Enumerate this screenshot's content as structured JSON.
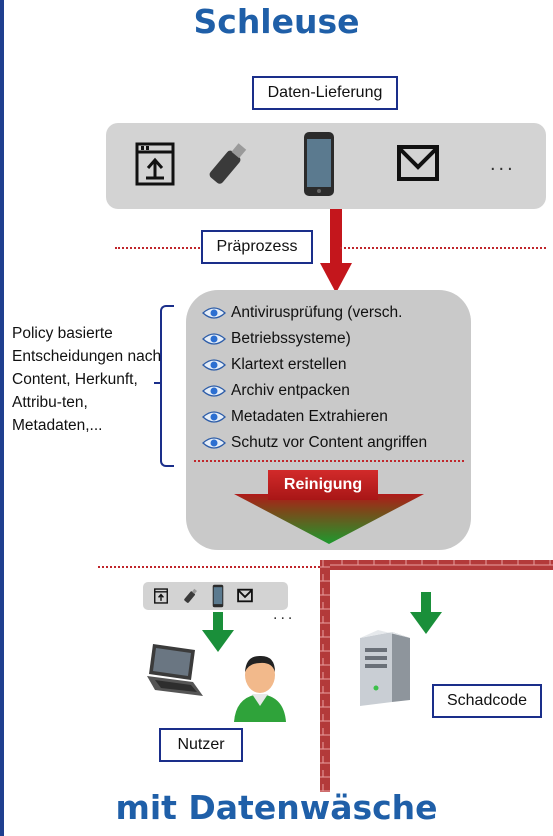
{
  "titles": {
    "top": "Schleuse",
    "bottom": "mit Datenwäsche"
  },
  "labels": {
    "delivery": "Daten-Lieferung",
    "preprocess": "Präprozess",
    "cleaning": "Reinigung",
    "user": "Nutzer",
    "malware": "Schadcode",
    "more_devices": "...",
    "more_devices_small": "..."
  },
  "devices": [
    "upload-icon",
    "usb-stick-icon",
    "smartphone-icon",
    "mail-icon"
  ],
  "process_steps": [
    "Antivirusprüfung  (versch.",
    "Betriebssysteme)",
    "Klartext erstellen",
    "Archiv entpacken",
    "Metadaten Extrahieren",
    "Schutz vor Content angriffen"
  ],
  "policy_note": "Policy basierte Entscheidungen nach Content, Herkunft, Attribu-ten, Metadaten,...",
  "colors": {
    "title": "#1f5fa8",
    "frame": "#1a2e8a",
    "arrow_red": "#c4161c",
    "arrow_green": "#1a8f3a",
    "panel_gray": "#d3d3d3",
    "brick": "#b33a3a"
  }
}
